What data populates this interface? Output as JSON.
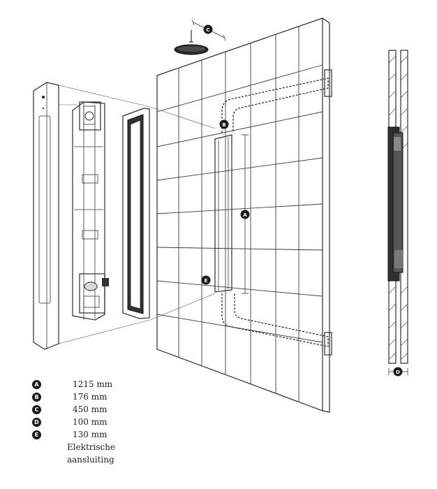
{
  "legend": {
    "items": [
      {
        "key": "A",
        "value": "1215 mm"
      },
      {
        "key": "B",
        "value": "176 mm"
      },
      {
        "key": "C",
        "value": "450 mm"
      },
      {
        "key": "D",
        "value": "100 mm"
      },
      {
        "key": "E",
        "value": "130 mm"
      }
    ],
    "note_line1": "Elektrische",
    "note_line2": "aansluiting"
  },
  "markers": {
    "a": "A",
    "b": "B",
    "c": "C",
    "d": "D",
    "e": "E"
  }
}
